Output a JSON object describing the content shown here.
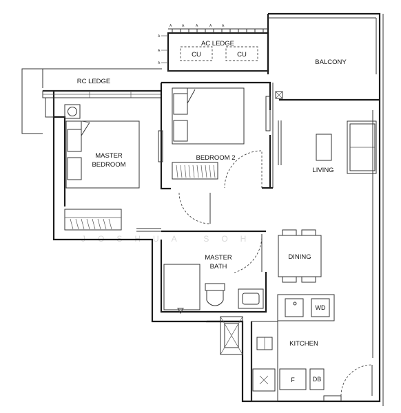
{
  "rooms": {
    "ac_ledge": "AC LEDGE",
    "cu_left": "CU",
    "cu_right": "CU",
    "balcony": "BALCONY",
    "rc_ledge": "RC LEDGE",
    "master_bedroom_1": "MASTER",
    "master_bedroom_2": "BEDROOM",
    "bedroom2": "BEDROOM 2",
    "living": "LIVING",
    "master_bath_1": "MASTER",
    "master_bath_2": "BATH",
    "dining": "DINING",
    "wd": "WD",
    "kitchen": "KITCHEN",
    "fridge": "F",
    "db": "DB"
  },
  "markers": {
    "a": "A"
  },
  "watermark": "JOSHUA SOH"
}
